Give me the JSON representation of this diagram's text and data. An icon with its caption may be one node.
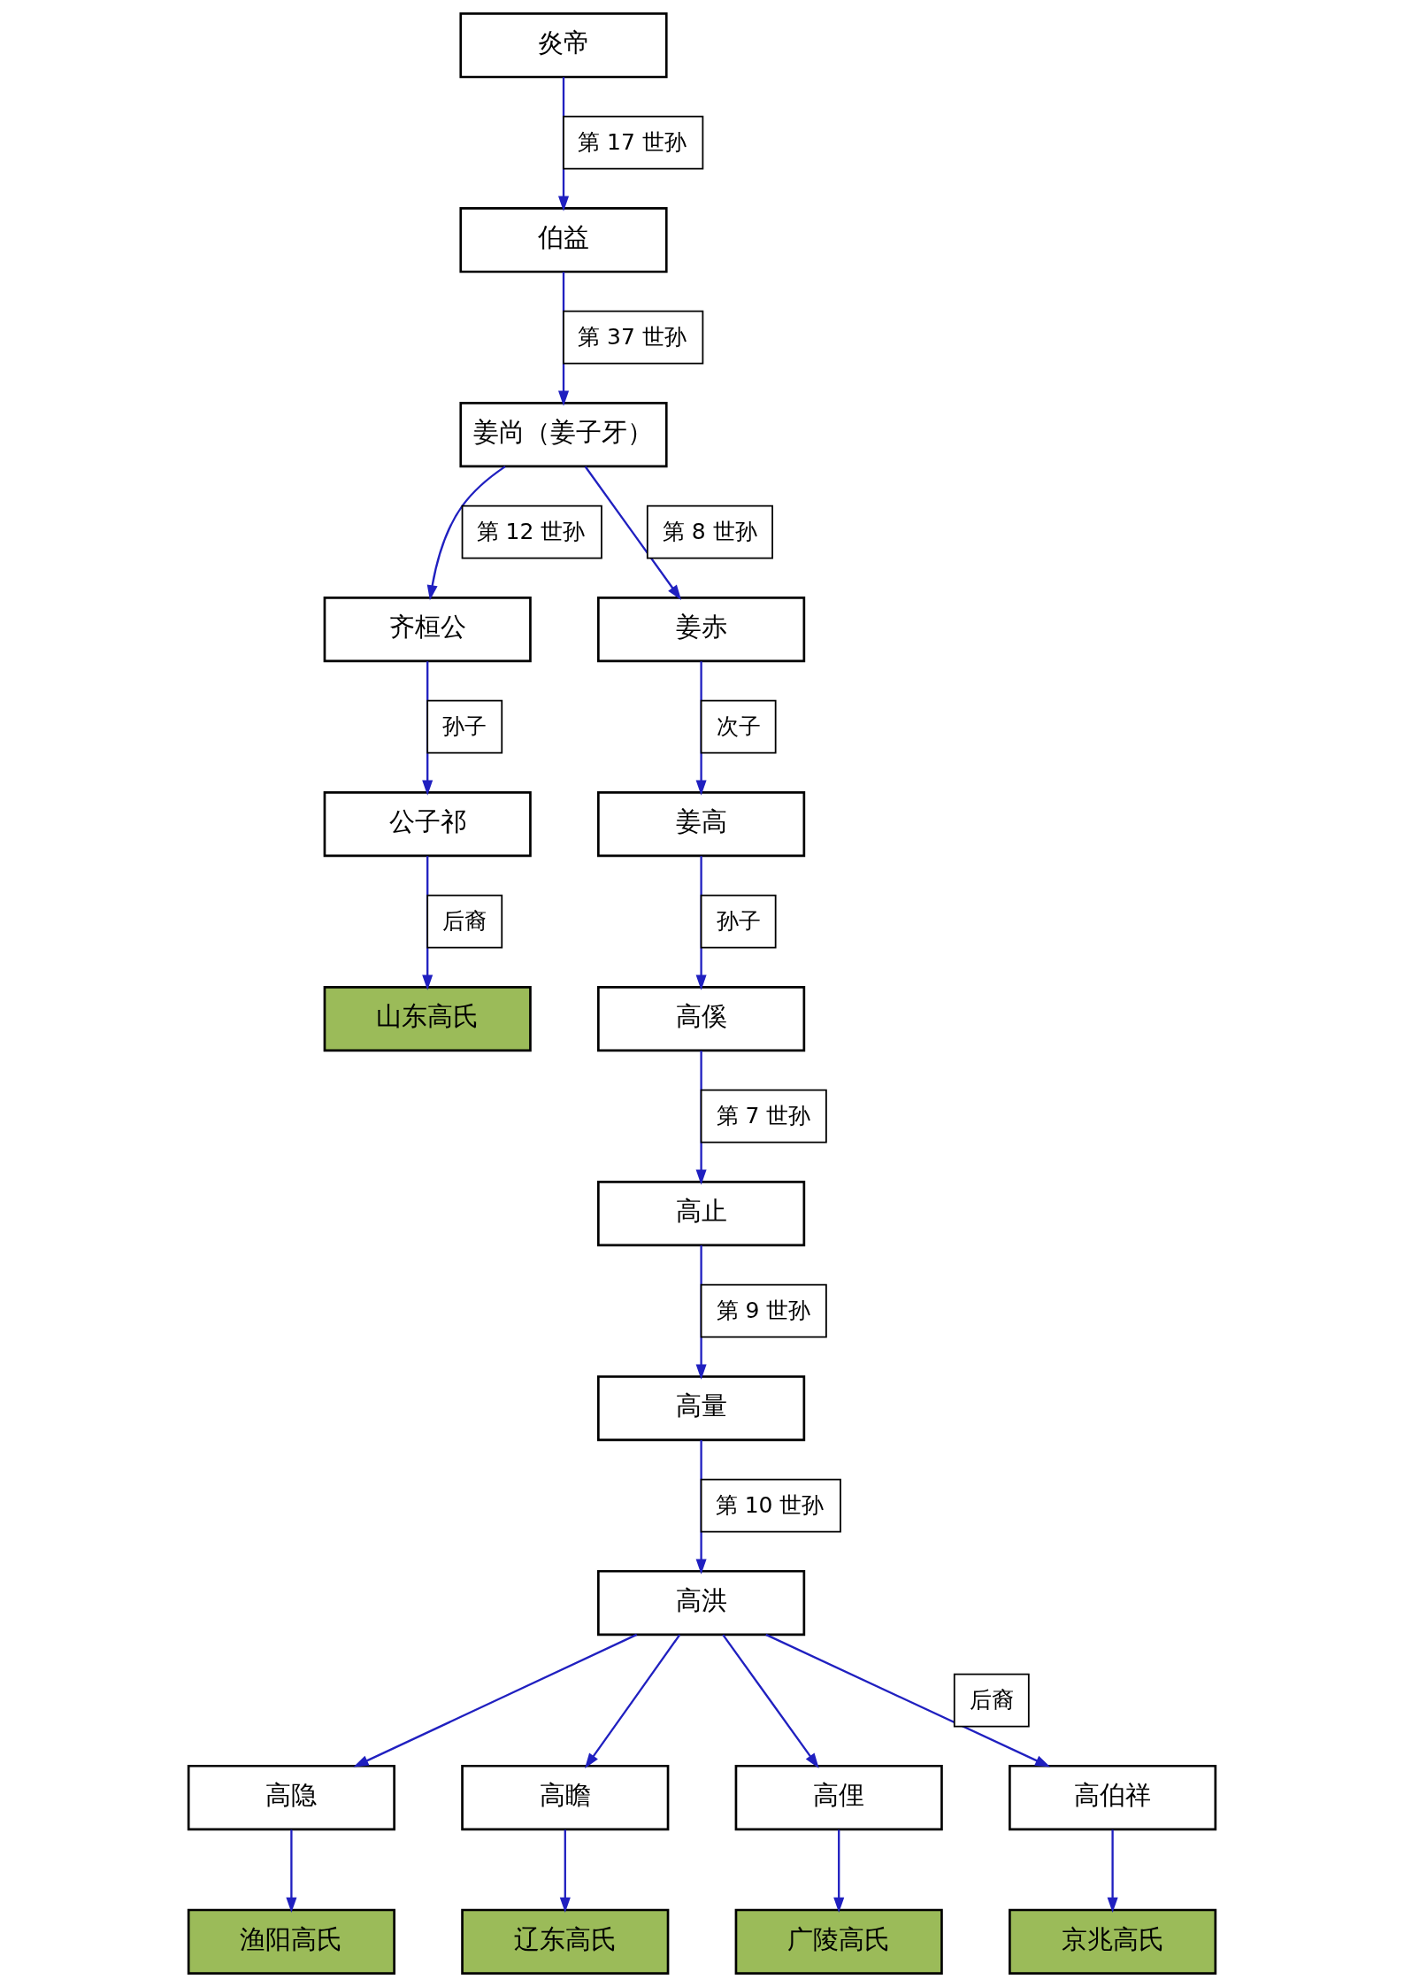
{
  "diagram": {
    "nodes": [
      {
        "text": [
          "炎帝"
        ]
      },
      {
        "text": [
          "伯益"
        ]
      },
      {
        "text": [
          "姜尚（姜子牙）"
        ]
      },
      {
        "text": [
          "齐桓公"
        ]
      },
      {
        "text": [
          "姜赤"
        ]
      },
      {
        "text": [
          "公子祁"
        ]
      },
      {
        "text": [
          "姜高"
        ]
      },
      {
        "text": [
          "山东高氏"
        ]
      },
      {
        "text": [
          "高傒"
        ]
      },
      {
        "text": [
          "高止"
        ]
      },
      {
        "text": [
          "高量"
        ]
      },
      {
        "text": [
          "高洪"
        ]
      },
      {
        "text": [
          "高隐"
        ]
      },
      {
        "text": [
          "高瞻"
        ]
      },
      {
        "text": [
          "高俚"
        ]
      },
      {
        "text": [
          "高伯祥"
        ]
      },
      {
        "text": [
          "渔阳高氏"
        ]
      },
      {
        "text": [
          "辽东高氏"
        ]
      },
      {
        "text": [
          "广陵高氏"
        ]
      },
      {
        "text": [
          "京兆高氏"
        ]
      }
    ],
    "edges": [
      {
        "from": 0,
        "to": 1,
        "arrow": "to",
        "label": "第 17 世孙"
      },
      {
        "from": 1,
        "to": 2,
        "arrow": "to",
        "label": "第 37 世孙"
      },
      {
        "from": 2,
        "to": 3,
        "arrow": "to",
        "label": "第 12 世孙"
      },
      {
        "from": 2,
        "to": 4,
        "arrow": "to",
        "label": "第 8 世孙"
      },
      {
        "from": 3,
        "to": 5,
        "arrow": "to",
        "label": "孙子"
      },
      {
        "from": 4,
        "to": 6,
        "arrow": "to",
        "label": "次子"
      },
      {
        "from": 5,
        "to": 7,
        "arrow": "to",
        "label": "后裔"
      },
      {
        "from": 6,
        "to": 8,
        "arrow": "to",
        "label": "孙子"
      },
      {
        "from": 8,
        "to": 9,
        "arrow": "to",
        "label": "第 7 世孙"
      },
      {
        "from": 9,
        "to": 10,
        "arrow": "to",
        "label": "第 9 世孙"
      },
      {
        "from": 10,
        "to": 11,
        "arrow": "to",
        "label": "第 10 世孙"
      },
      {
        "from": 11,
        "to": 12,
        "arrow": "to"
      },
      {
        "from": 11,
        "to": 13,
        "arrow": "to"
      },
      {
        "from": 11,
        "to": 14,
        "arrow": "to"
      },
      {
        "from": 11,
        "to": 15,
        "arrow": "to",
        "label": "后裔"
      },
      {
        "from": 12,
        "to": 16,
        "arrow": "to"
      },
      {
        "from": 13,
        "to": 17,
        "arrow": "to"
      },
      {
        "from": 14,
        "to": 18,
        "arrow": "to"
      },
      {
        "from": 15,
        "to": 19,
        "arrow": "to"
      }
    ]
  }
}
